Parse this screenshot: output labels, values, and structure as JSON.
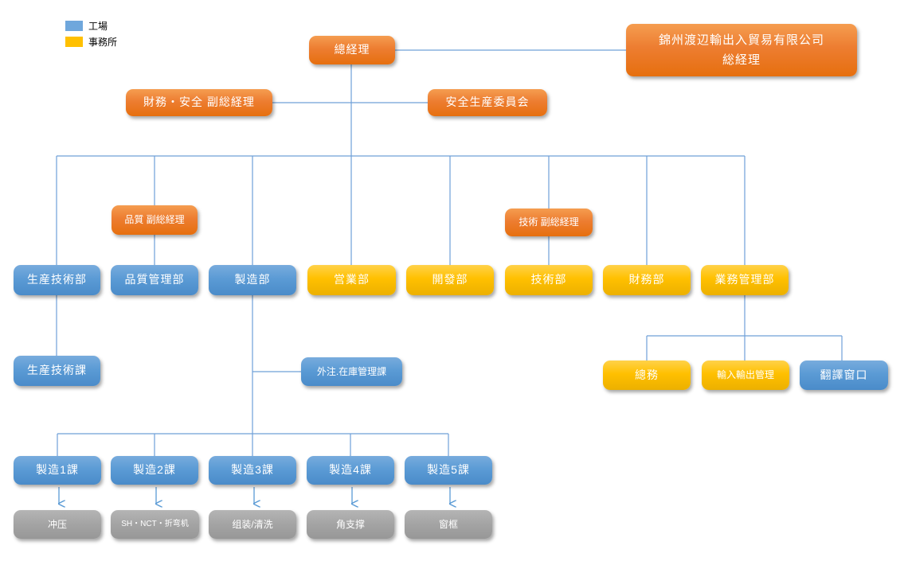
{
  "legend": {
    "items": [
      {
        "label": "工場",
        "color": "#6FA7DC",
        "meaning": "factory"
      },
      {
        "label": "事務所",
        "color": "#FFC000",
        "meaning": "office"
      }
    ]
  },
  "nodes": {
    "ceo": "總経理",
    "parent_company_line1": "錦州渡辺輸出入貿易有限公司",
    "parent_company_line2": "総経理",
    "finance_safety_vp": "財務・安全 副総経理",
    "safety_committee": "安全生産委員会",
    "quality_vp": "品質 副総経理",
    "tech_vp": "技術 副総経理",
    "dept_production_tech": "生産技術部",
    "dept_quality": "品質管理部",
    "dept_manufacturing": "製造部",
    "dept_sales": "営業部",
    "dept_development": "開發部",
    "dept_technology": "技術部",
    "dept_finance": "財務部",
    "dept_business_admin": "業務管理部",
    "sec_production_tech": "生産技術課",
    "sec_outsourcing_inventory": "外注.在庫管理課",
    "sec_general_affairs": "總務",
    "sec_import_export": "輸入輸出管理",
    "sec_translation": "翻譯窗口",
    "mfg1": "製造1課",
    "mfg2": "製造2課",
    "mfg3": "製造3課",
    "mfg4": "製造4課",
    "mfg5": "製造5課",
    "proc1": "冲压",
    "proc2": "SH・NCT・折弯机",
    "proc3": "组装/清洗",
    "proc4": "角支撑",
    "proc5": "窗框"
  },
  "colors": {
    "management_orange": "#ED7D31",
    "factory_blue": "#5B9BD5",
    "office_yellow": "#FFC000",
    "process_gray": "#A5A5A5",
    "connector_blue": "#6FA0D8"
  }
}
